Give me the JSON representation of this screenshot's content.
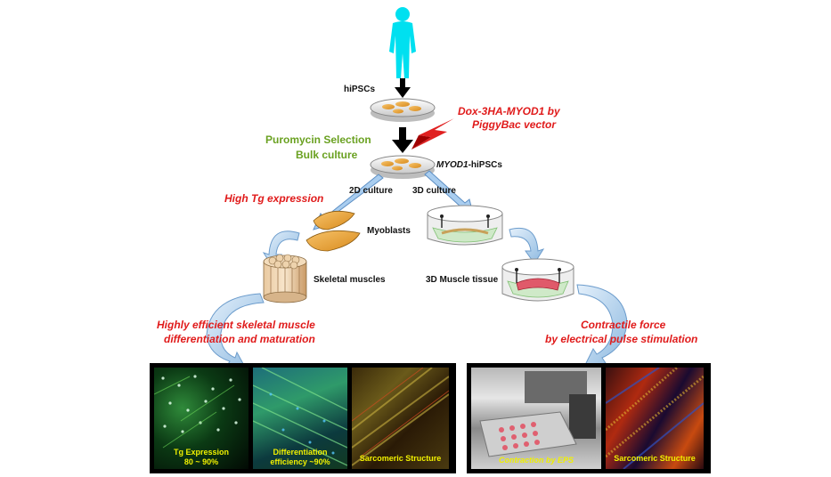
{
  "labels": {
    "hipscs": "hiPSCs",
    "dox_vector_line1": "Dox-3HA-MYOD1  by",
    "dox_vector_line2": "PiggyBac vector",
    "puromycin": "Puromycin Selection",
    "bulk": "Bulk culture",
    "myod1_gene": "MYOD1",
    "myod1_rest": "-hiPSCs",
    "culture_2d": "2D culture",
    "culture_3d": "3D culture",
    "high_tg": "High Tg expression",
    "myoblasts": "Myoblasts",
    "skeletal_muscles": "Skeletal muscles",
    "muscle_tissue_3d": "3D Muscle tissue",
    "efficient_line1": "Highly efficient skeletal muscle",
    "efficient_line2": "differentiation and maturation",
    "contractile_line1": "Contractile force",
    "contractile_line2": "by electrical pulse stimulation"
  },
  "panels": {
    "left": [
      {
        "line1": "Tg Expression",
        "line2": "80 ~ 90%"
      },
      {
        "line1": "Differentiation",
        "line2": "efficiency ~90%"
      },
      {
        "line1": "Sarcomeric Structure",
        "line2": ""
      }
    ],
    "right": [
      {
        "line1": "Contraction by EPS"
      },
      {
        "line1": "Sarcomeric Structure"
      }
    ]
  },
  "colors": {
    "human_figure": "#00e0f0",
    "green_text": "#6aa121",
    "red_text": "#e01b1b",
    "panel_caption": "#f0f000",
    "curved_arrow": "#9ec6e8"
  }
}
